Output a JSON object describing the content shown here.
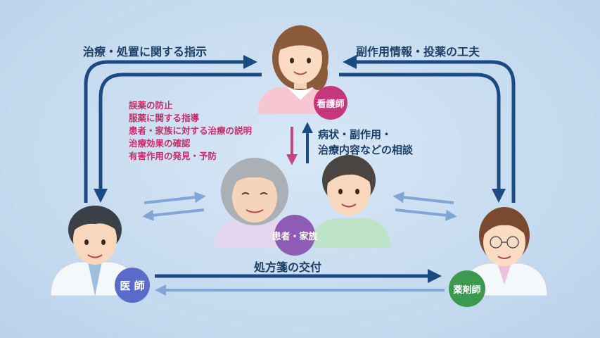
{
  "labels": {
    "top_left": "治療・処置に関する指示",
    "top_right": "副作用情報・投薬の工夫",
    "consult": [
      "病状・副作用・",
      "治療内容などの相談"
    ],
    "prescription": "処方箋の交付"
  },
  "nurse_duties": [
    "誤薬の防止",
    "服薬に関する指導",
    "患者・家族に対する治療の説明",
    "治療効果の確認",
    "有害作用の発見・予防"
  ],
  "badges": {
    "nurse": "看護師",
    "patient": "患者・家族",
    "doctor": "医 師",
    "pharmacist": "薬剤師"
  },
  "colors": {
    "arrow_dark": "#1c4a82",
    "arrow_light": "#7fa6d6",
    "arrow_pink": "#c8457d",
    "nurse_badge": "#c6367a",
    "patient_badge": "#8e5cb5",
    "doctor_badge": "#5b6bc9",
    "pharmacist_badge": "#3b9a4f"
  }
}
